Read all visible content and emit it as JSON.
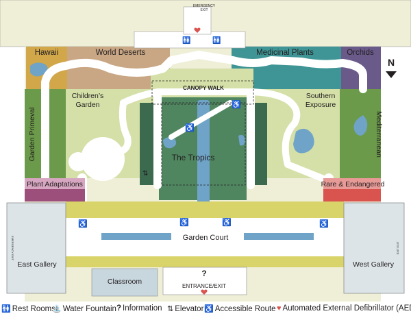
{
  "map": {
    "north_letter": "N",
    "exits": {
      "emergency_top_line1": "EMERGENCY",
      "emergency_top_line2": "EXIT",
      "emergency_left": "EMERGENCY EXIT",
      "emergency_right": "EXIT EXIT",
      "entrance": "ENTRANCE/EXIT"
    },
    "areas": {
      "hawaii": "Hawaii",
      "world_deserts": "World Deserts",
      "medicinal_plants": "Medicinal Plants",
      "orchids": "Orchids",
      "childrens_garden_line1": "Children’s",
      "childrens_garden_line2": "Garden",
      "canopy_walk": "CANOPY WALK",
      "southern_exposure_line1": "Southern",
      "southern_exposure_line2": "Exposure",
      "garden_primeval": "Garden Primeval",
      "mediterranean": "Mediterranean",
      "the_tropics": "The Tropics",
      "plant_adaptations": "Plant Adaptations",
      "rare_endangered": "Rare & Endangered",
      "garden_court": "Garden Court",
      "east_gallery": "East Gallery",
      "west_gallery": "West Gallery",
      "classroom": "Classroom",
      "info_mark": "?"
    },
    "colors": {
      "hawaii": "#d1a74a",
      "world_deserts": "#c9a784",
      "medicinal_plants": "#3f9595",
      "orchids": "#6a5a8a",
      "garden_primeval": "#6b9a4a",
      "mediterranean": "#6b9a4a",
      "tropics_dark": "#3b6a4e",
      "tropics_mid": "#4f8660",
      "light_green": "#d4e0a8",
      "court_yellow": "#d8d46a",
      "plant_adaptations": "#9c4f7a",
      "rare_endangered": "#d9534f",
      "gallery": "#dce4e8",
      "classroom": "#c8d6de",
      "water": "#6fa3c7",
      "building": "#efefd8"
    }
  },
  "legend": {
    "rest_rooms": "Rest Rooms",
    "water_fountain": "Water Fountain",
    "information": "Information",
    "elevator": "Elevator",
    "accessible_route": "Accessible Route",
    "aed": "Automated External Defibrillator (AED)"
  }
}
